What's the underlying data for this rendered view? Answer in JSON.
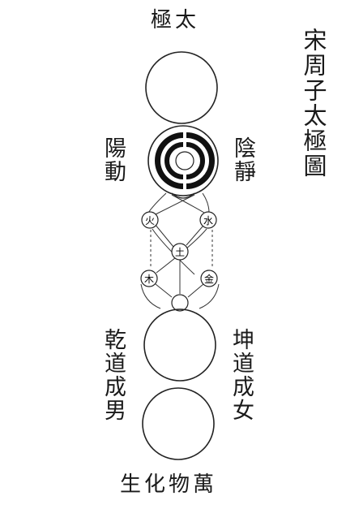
{
  "top_title": "極太",
  "side_title": "宋周子太極圖",
  "left_dynamic": "陽動",
  "right_static": "陰靜",
  "elements": {
    "fire": "火",
    "water": "水",
    "earth": "土",
    "wood": "木",
    "metal": "金"
  },
  "left_qian": "乾道成男",
  "right_kun": "坤道成女",
  "bottom_text": "生化物萬"
}
